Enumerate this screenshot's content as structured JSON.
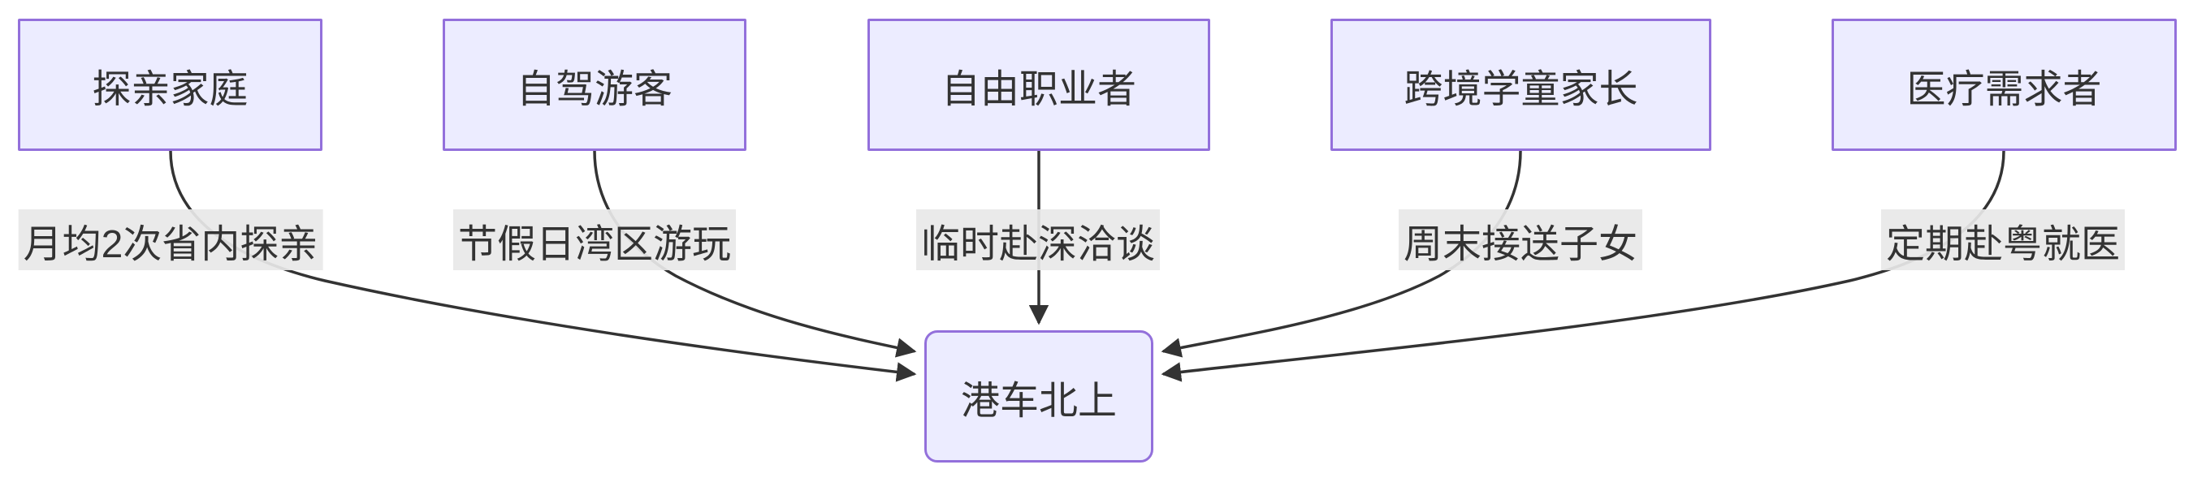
{
  "diagram": {
    "type": "flowchart-top-down",
    "central_node": {
      "label": "港车北上"
    },
    "source_nodes": [
      {
        "label": "探亲家庭",
        "edge_label": "月均2次省内探亲"
      },
      {
        "label": "自驾游客",
        "edge_label": "节假日湾区游玩"
      },
      {
        "label": "自由职业者",
        "edge_label": "临时赴深洽谈"
      },
      {
        "label": "跨境学童家长",
        "edge_label": "周末接送子女"
      },
      {
        "label": "医疗需求者",
        "edge_label": "定期赴粤就医"
      }
    ],
    "colors": {
      "node_fill": "#ECECFF",
      "node_border": "#9370DB",
      "edge_line": "#333333",
      "edge_label_background": "#e8e8e8",
      "text": "#333333",
      "background": "#ffffff"
    }
  }
}
